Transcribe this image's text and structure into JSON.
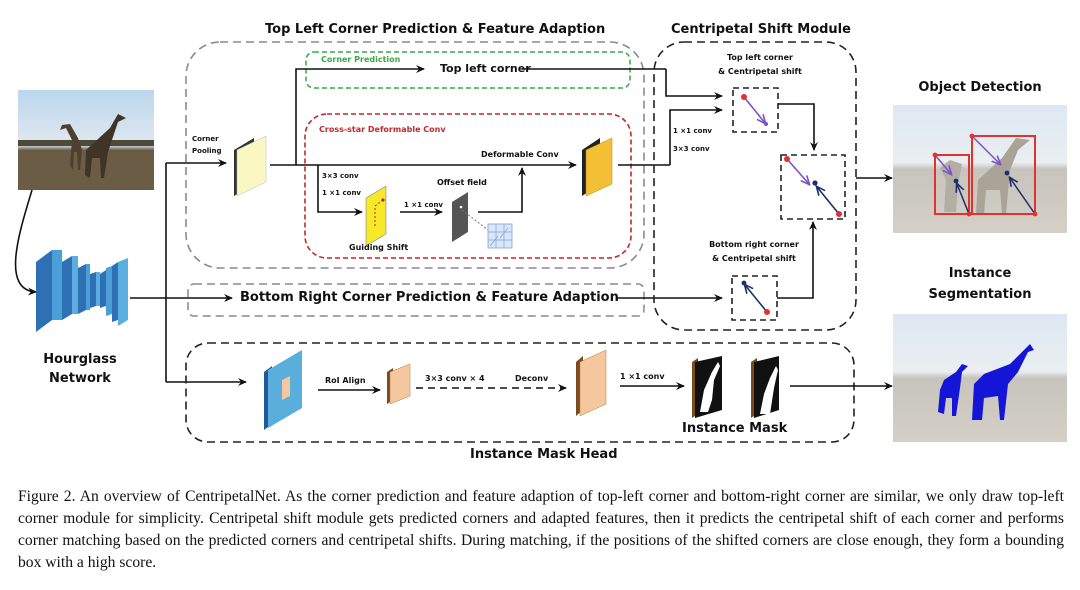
{
  "figure": {
    "sections": {
      "top_left_title": "Top Left Corner Prediction & Feature Adaption",
      "centripetal_title": "Centripetal Shift Module",
      "bottom_right_title": "Bottom Right  Corner Prediction & Feature Adaption",
      "mask_head_title": "Instance Mask Head"
    },
    "labels": {
      "corner_pooling": "Corner\nPooling",
      "corner_prediction": "Corner Prediction",
      "top_left_corner": "Top left corner",
      "cross_star": "Cross-star Deformable Conv",
      "deformable_conv": "Deformable Conv",
      "conv3x3": "3×3 conv",
      "conv1x1": "1 ×1 conv",
      "offset_field": "Offset field",
      "conv1x1_b": "1 ×1 conv",
      "guiding_shift": "Guiding Shift",
      "cs_conv1x1": "1 ×1 conv",
      "cs_conv3x3": "3×3 conv",
      "tl_shift_line1": "Top left corner",
      "tl_shift_line2": "& Centripetal shift",
      "br_shift_line1": "Bottom right corner",
      "br_shift_line2": "& Centripetal shift",
      "hourglass_line1": "Hourglass",
      "hourglass_line2": "Network",
      "roi_align": "RoI Align",
      "conv3x3x4": "3×3 conv × 4",
      "deconv": "Deconv",
      "mask_conv1x1": "1 ×1 conv",
      "instance_mask": "Instance Mask",
      "object_detection": "Object Detection",
      "instance_seg_line1": "Instance",
      "instance_seg_line2": "Segmentation"
    },
    "colors": {
      "corner_prediction_green": "#3aa84a",
      "cross_star_red": "#c0282d",
      "box_red": "#e0332f",
      "shift_purple": "#7b52c9",
      "shift_navy": "#1b2f6b",
      "mask_blue": "#1515d8",
      "pooled_feature": "#fbf7c3",
      "adapted_feature": "#f2bf35",
      "guiding_yellow": "#f5e92a",
      "hourglass_blue": "#4a9fd6",
      "roi_peach": "#f5c79e"
    }
  },
  "caption": {
    "text": "Figure 2. An overview of CentripetalNet.  As the corner prediction and feature adaption of top-left corner and bottom-right corner are similar, we only draw top-left corner module for simplicity. Centripetal shift module gets predicted corners and adapted features, then it predicts the centripetal shift of each corner and performs corner matching based on the predicted corners and centripetal shifts.  During matching, if the positions of the shifted corners are close enough, they form a bounding box with a high score."
  }
}
